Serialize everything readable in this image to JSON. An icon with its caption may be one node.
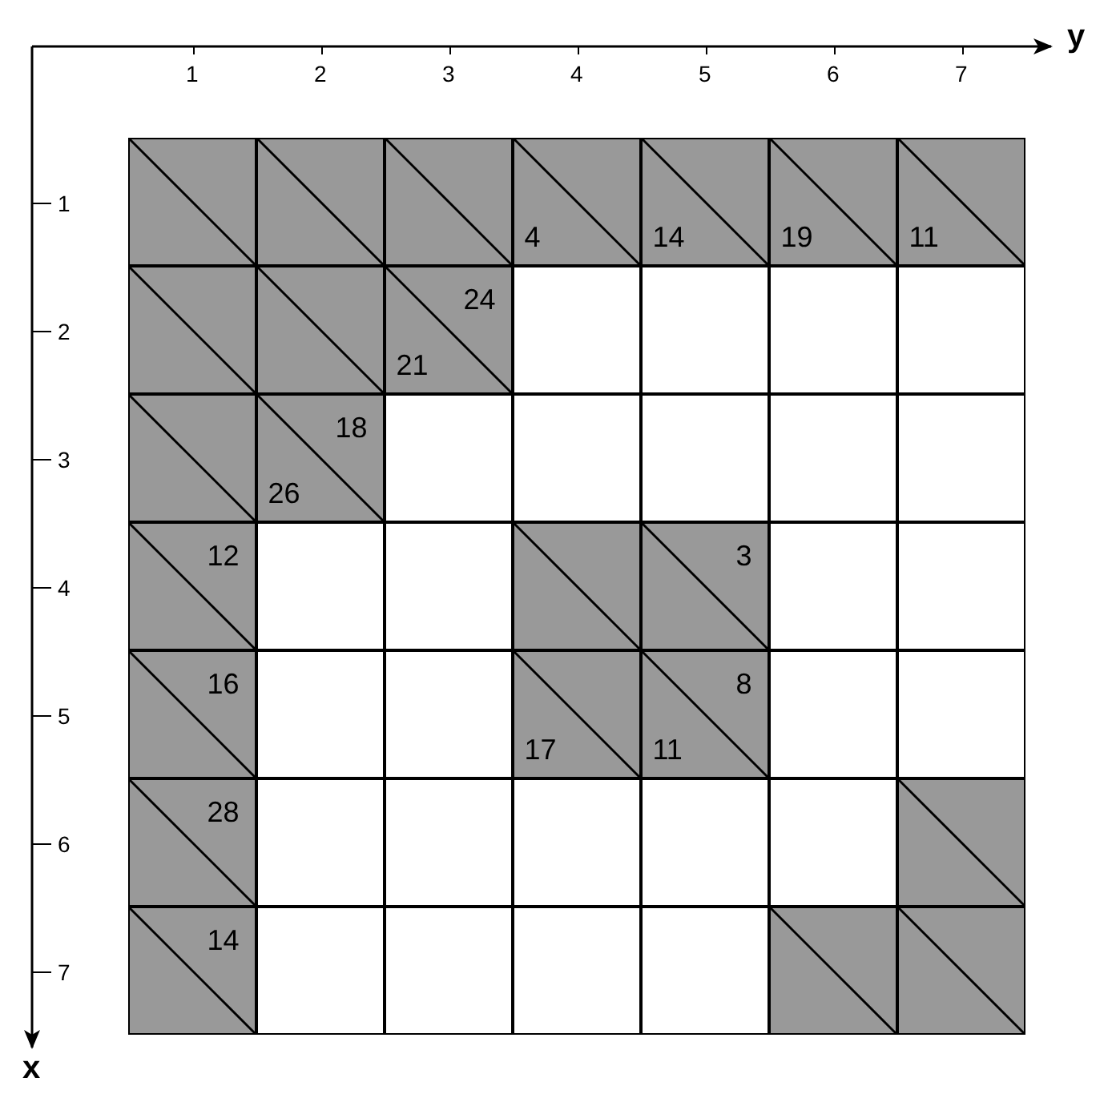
{
  "diagram": {
    "nodes": [
      {
        "text": [],
        "shape": "box"
      },
      {
        "text": [],
        "shape": "box"
      },
      {
        "text": [],
        "shape": "box"
      },
      {
        "text": [
          "4"
        ]
      },
      {
        "text": [
          "14"
        ]
      },
      {
        "text": [
          "19"
        ]
      },
      {
        "text": [
          "11"
        ]
      },
      {
        "text": [],
        "shape": "box"
      },
      {
        "text": [],
        "shape": "box"
      },
      {
        "text": [
          "24",
          "21"
        ]
      },
      {
        "text": [],
        "shape": "box"
      },
      {
        "text": [],
        "shape": "box"
      },
      {
        "text": [],
        "shape": "box"
      },
      {
        "text": [],
        "shape": "box"
      },
      {
        "text": [],
        "shape": "box"
      },
      {
        "text": [
          "18",
          "26"
        ]
      },
      {
        "text": [],
        "shape": "box"
      },
      {
        "text": [],
        "shape": "box"
      },
      {
        "text": [],
        "shape": "box"
      },
      {
        "text": [],
        "shape": "box"
      },
      {
        "text": [],
        "shape": "box"
      },
      {
        "text": [
          "12"
        ]
      },
      {
        "text": [],
        "shape": "box"
      },
      {
        "text": [],
        "shape": "box"
      },
      {
        "text": [],
        "shape": "box"
      },
      {
        "text": [
          "3"
        ]
      },
      {
        "text": [],
        "shape": "box"
      },
      {
        "text": [],
        "shape": "box"
      },
      {
        "text": [
          "16"
        ]
      },
      {
        "text": [],
        "shape": "box"
      },
      {
        "text": [],
        "shape": "box"
      },
      {
        "text": [
          "17"
        ]
      },
      {
        "text": [
          "8",
          "11"
        ]
      },
      {
        "text": [],
        "shape": "box"
      },
      {
        "text": [],
        "shape": "box"
      },
      {
        "text": [
          "28"
        ]
      },
      {
        "text": [],
        "shape": "box"
      },
      {
        "text": [],
        "shape": "box"
      },
      {
        "text": [],
        "shape": "box"
      },
      {
        "text": [],
        "shape": "box"
      },
      {
        "text": [],
        "shape": "box"
      },
      {
        "text": [],
        "shape": "box"
      },
      {
        "text": [
          "14"
        ]
      },
      {
        "text": [],
        "shape": "box"
      },
      {
        "text": [],
        "shape": "box"
      },
      {
        "text": [],
        "shape": "box"
      },
      {
        "text": [],
        "shape": "box"
      },
      {
        "text": [],
        "shape": "box"
      },
      {
        "text": [],
        "shape": "box"
      }
    ],
    "labels": [
      "1",
      "2",
      "3",
      "4",
      "5",
      "6",
      "7",
      "y",
      "1",
      "2",
      "3",
      "4",
      "5",
      "6",
      "7",
      "x"
    ]
  }
}
